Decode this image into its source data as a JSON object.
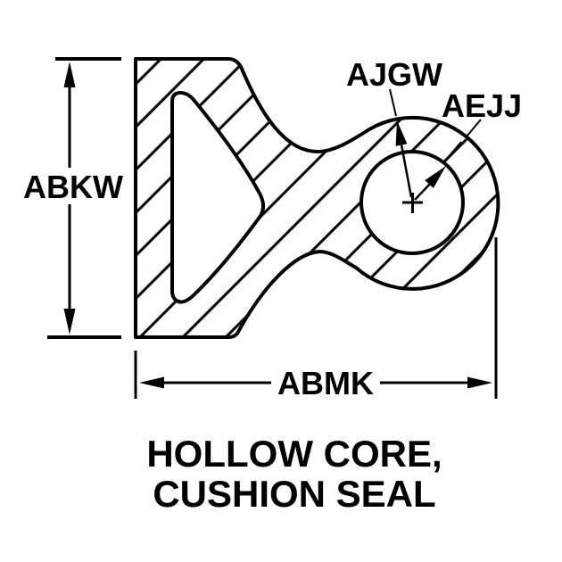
{
  "page": {
    "background_color": "#ffffff",
    "line_color": "#000000"
  },
  "diagram": {
    "type": "technical-cross-section",
    "caption_line1": "HOLLOW CORE,",
    "caption_line2": "CUSHION SEAL",
    "dimension_labels": {
      "overall_height": "ABKW",
      "overall_width": "ABMK",
      "core_diameter": "AJGW",
      "wall_thickness": "AEJJ"
    }
  }
}
